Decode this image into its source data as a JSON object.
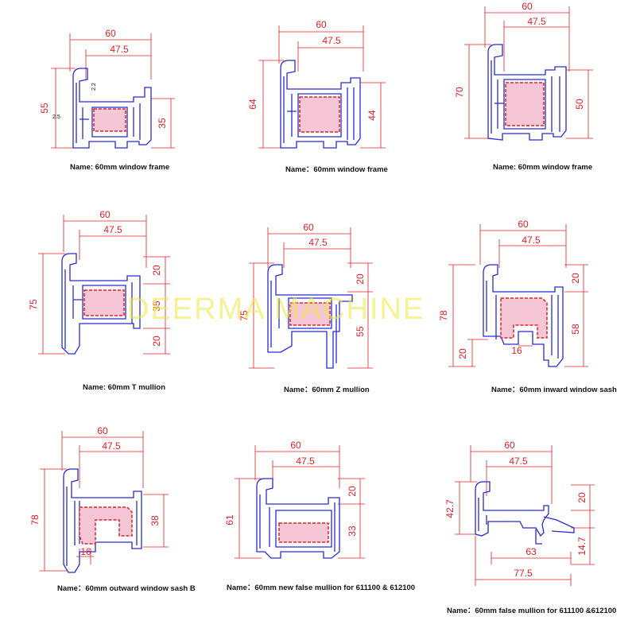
{
  "watermark": "DEERMA MACHINE",
  "colors": {
    "profile": "#2b2bd0",
    "dimension": "#e0202a",
    "insert": "#e0202a",
    "insert_fill": "#f4c6d6"
  },
  "profiles": [
    {
      "caption": "Name: 60mm window frame",
      "dims": [
        "60",
        "47.5",
        "55",
        "35",
        "2.2",
        "2.5"
      ]
    },
    {
      "caption": "Name：60mm window frame",
      "dims": [
        "60",
        "47.5",
        "64",
        "44"
      ]
    },
    {
      "caption": "Name: 60mm window frame",
      "dims": [
        "60",
        "47.5",
        "70",
        "50"
      ]
    },
    {
      "caption": "Name: 60mm T mullion",
      "dims": [
        "60",
        "47.5",
        "75",
        "20",
        "35",
        "20"
      ]
    },
    {
      "caption": "Name：60mm Z mullion",
      "dims": [
        "60",
        "47.5",
        "75",
        "20",
        "55"
      ]
    },
    {
      "caption": "Name：60mm inward window sash",
      "dims": [
        "60",
        "47.5",
        "78",
        "20",
        "58",
        "20",
        "16"
      ]
    },
    {
      "caption": "Name：60mm outward window sash B",
      "dims": [
        "60",
        "47.5",
        "78",
        "38",
        "16"
      ]
    },
    {
      "caption": "Name：60mm new  false mullion for 611100 & 612100",
      "dims": [
        "60",
        "47.5",
        "61",
        "20",
        "33"
      ]
    },
    {
      "caption": "Name：60mm false mullion for 611100 &612100",
      "dims": [
        "60",
        "47.5",
        "42.7",
        "20",
        "63",
        "77.5",
        "14.7"
      ]
    }
  ]
}
